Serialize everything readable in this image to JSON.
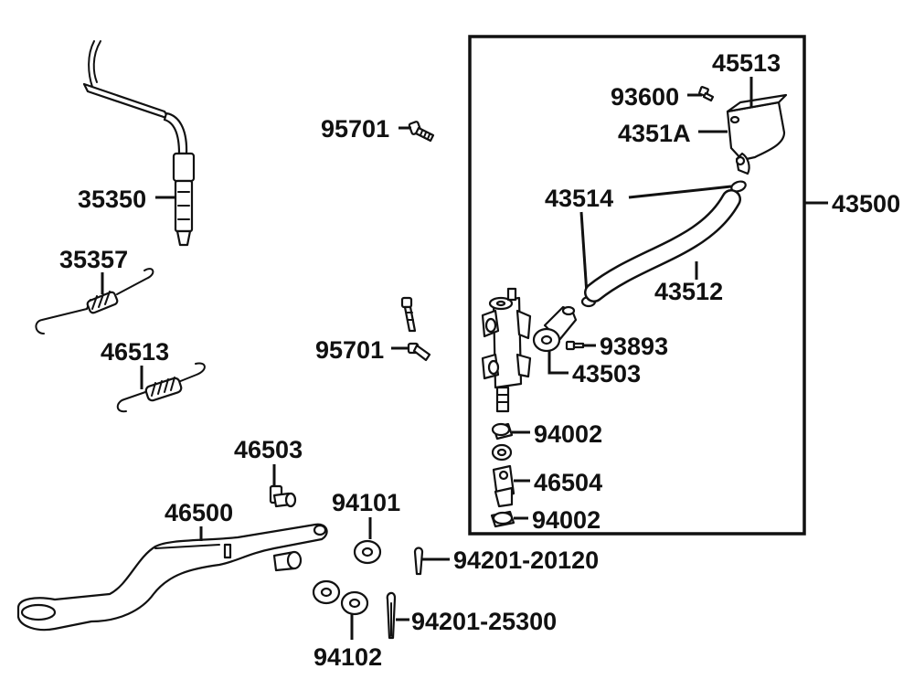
{
  "callouts": {
    "c35350": "35350",
    "c35357": "35357",
    "c46513": "46513",
    "c46503": "46503",
    "c46500": "46500",
    "c94101": "94101",
    "c94102": "94102",
    "c9420120120": "94201-20120",
    "c9420125300": "94201-25300",
    "c95701a": "95701",
    "c95701b": "95701",
    "c45513": "45513",
    "c93600": "93600",
    "c4351A": "4351A",
    "c43514": "43514",
    "c43500": "43500",
    "c43512": "43512",
    "c93893": "93893",
    "c43503": "43503",
    "c94002a": "94002",
    "c46504": "46504",
    "c94002b": "94002"
  },
  "colors": {
    "line": "#111111",
    "background": "#ffffff"
  }
}
